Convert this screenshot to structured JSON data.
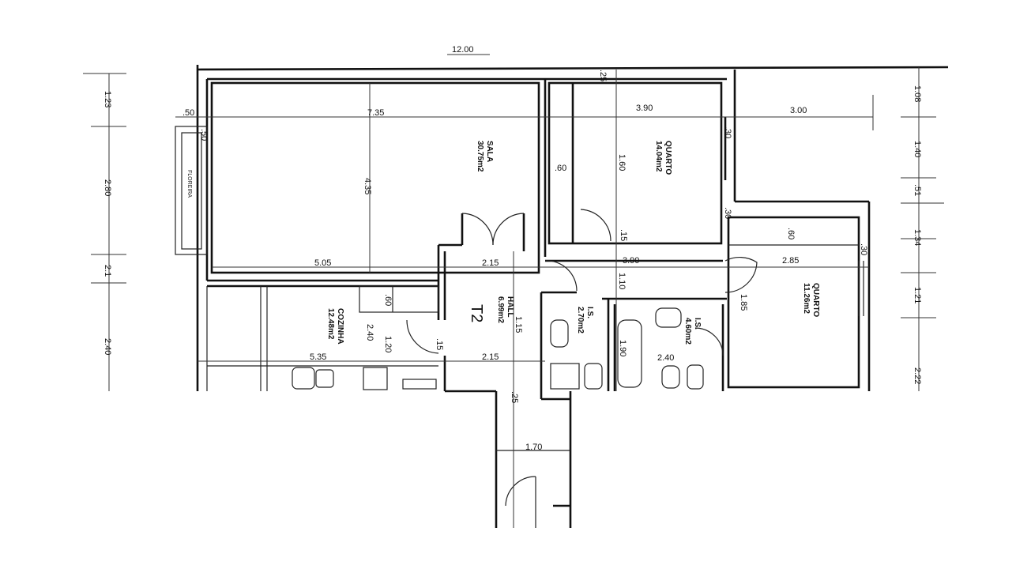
{
  "plan": {
    "type_label": "T2",
    "overall_width": "12.00",
    "rooms": {
      "sala": {
        "name": "SALA",
        "area": "30.75m2"
      },
      "quarto1": {
        "name": "QUARTO",
        "area": "14.04m2"
      },
      "quarto2": {
        "name": "QUARTO",
        "area": "11.26m2"
      },
      "cozinha": {
        "name": "COZINHA",
        "area": "12.48m2"
      },
      "hall": {
        "name": "HALL",
        "area": "6.99m2"
      },
      "ws1": {
        "name": "I.S.",
        "area": "2.70m2"
      },
      "ws2": {
        "name": "I.S.",
        "area": "4.60m2"
      },
      "floreira": {
        "name": "FLOREIRA"
      }
    },
    "dims": {
      "d50": ".50",
      "d735": "7.35",
      "d390a": "3.90",
      "d300": "3.00",
      "d435": "4.35",
      "d505": "5.05",
      "d215a": "2.15",
      "d390b": "3.90",
      "d285": "2.85",
      "d60a": ".60",
      "d160": "1.60",
      "d60b": ".60",
      "d30a": ".30",
      "d30b": ".30",
      "d30c": ".30",
      "d15a": ".15",
      "d110": "1.10",
      "d185": "1.85",
      "d60c": ".60",
      "d240a": "2.40",
      "d120": "1.20",
      "d535": "5.35",
      "d15b": ".15",
      "d215b": "2.15",
      "d115": "1.15",
      "d190": "1.90",
      "d240b": "2.40",
      "d25": ".25",
      "d170": "1.70",
      "d25top": ".25",
      "d50b": ".50"
    },
    "left_dims": [
      "1.23",
      "2.80",
      "2.1",
      "2.40"
    ],
    "right_dims": [
      "1.08",
      "1.40",
      ".51",
      "1.34",
      "1.21",
      "2.22"
    ]
  }
}
